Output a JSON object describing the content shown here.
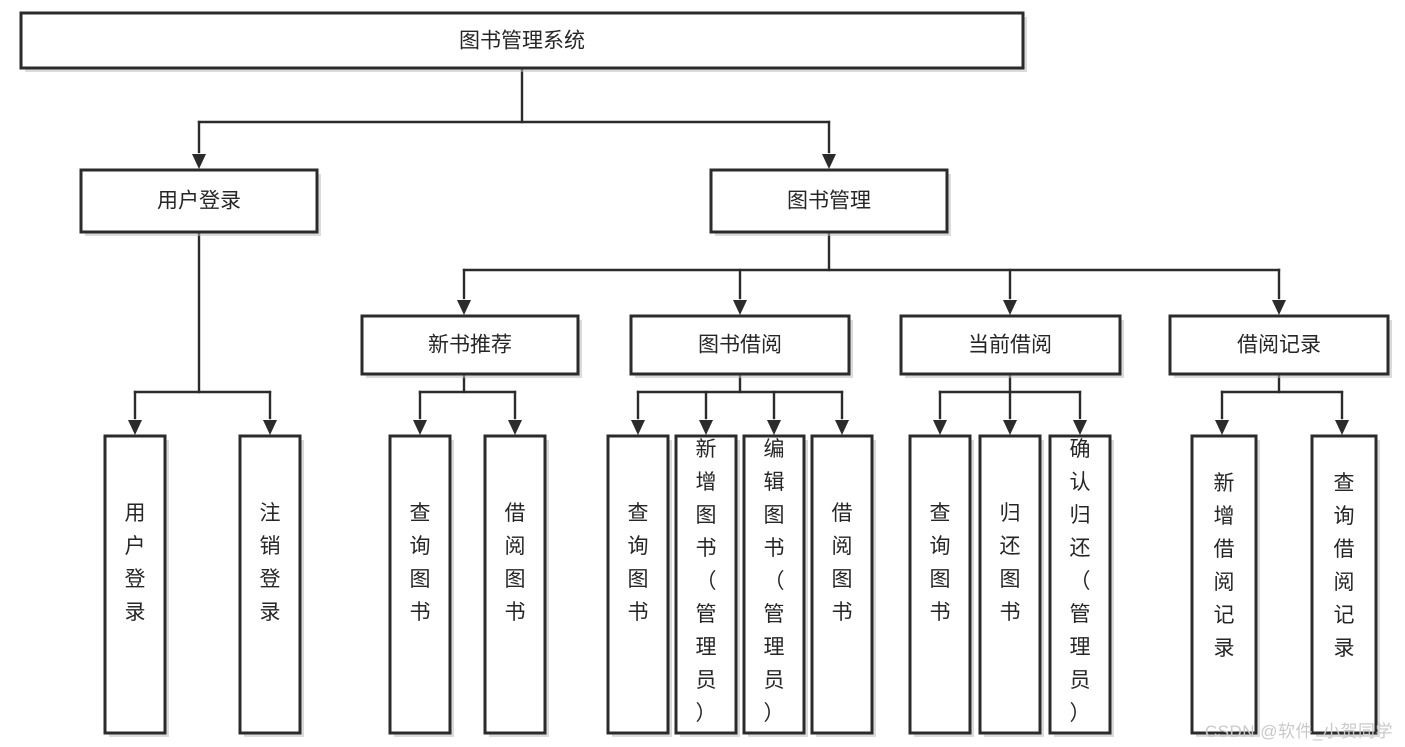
{
  "diagram": {
    "title": "图书管理系统",
    "type": "tree-hierarchy-chart",
    "root": {
      "id": "root",
      "label": "图书管理系统",
      "orientation": "horizontal"
    },
    "level2": [
      {
        "id": "user-login",
        "label": "用户登录",
        "orientation": "horizontal"
      },
      {
        "id": "book-manage",
        "label": "图书管理",
        "orientation": "horizontal"
      }
    ],
    "level3": [
      {
        "id": "new-book-recommend",
        "label": "新书推荐",
        "orientation": "horizontal",
        "parent": "book-manage"
      },
      {
        "id": "book-borrow",
        "label": "图书借阅",
        "orientation": "horizontal",
        "parent": "book-manage"
      },
      {
        "id": "current-borrow",
        "label": "当前借阅",
        "orientation": "horizontal",
        "parent": "book-manage"
      },
      {
        "id": "borrow-record",
        "label": "借阅记录",
        "orientation": "horizontal",
        "parent": "book-manage"
      }
    ],
    "leaves": [
      {
        "id": "leaf-user-login",
        "label": "用户登录",
        "orientation": "vertical",
        "parent": "user-login"
      },
      {
        "id": "leaf-user-logout",
        "label": "注销登录",
        "orientation": "vertical",
        "parent": "user-login"
      },
      {
        "id": "leaf-query-book-1",
        "label": "查询图书",
        "orientation": "vertical",
        "parent": "new-book-recommend"
      },
      {
        "id": "leaf-borrow-book-1",
        "label": "借阅图书",
        "orientation": "vertical",
        "parent": "new-book-recommend"
      },
      {
        "id": "leaf-query-book-2",
        "label": "查询图书",
        "orientation": "vertical",
        "parent": "book-borrow"
      },
      {
        "id": "leaf-add-book",
        "label": "新增图书（管理员）",
        "orientation": "vertical",
        "parent": "book-borrow"
      },
      {
        "id": "leaf-edit-book",
        "label": "编辑图书（管理员）",
        "orientation": "vertical",
        "parent": "book-borrow"
      },
      {
        "id": "leaf-borrow-book-2",
        "label": "借阅图书",
        "orientation": "vertical",
        "parent": "book-borrow"
      },
      {
        "id": "leaf-query-book-3",
        "label": "查询图书",
        "orientation": "vertical",
        "parent": "current-borrow"
      },
      {
        "id": "leaf-return-book",
        "label": "归还图书",
        "orientation": "vertical",
        "parent": "current-borrow"
      },
      {
        "id": "leaf-confirm-return",
        "label": "确认归还（管理员）",
        "orientation": "vertical",
        "parent": "current-borrow"
      },
      {
        "id": "leaf-add-record",
        "label": "新增借阅记录",
        "orientation": "vertical",
        "parent": "borrow-record"
      },
      {
        "id": "leaf-query-record",
        "label": "查询借阅记录",
        "orientation": "vertical",
        "parent": "borrow-record"
      }
    ]
  },
  "watermark": {
    "text": "CSDN @软件_小贺同学"
  },
  "colors": {
    "background": "#ffffff",
    "box_fill": "#ffffff",
    "box_stroke": "#2b2b2b",
    "edge": "#2b2b2b",
    "text": "#262626",
    "watermark": "#c9c9c9"
  }
}
